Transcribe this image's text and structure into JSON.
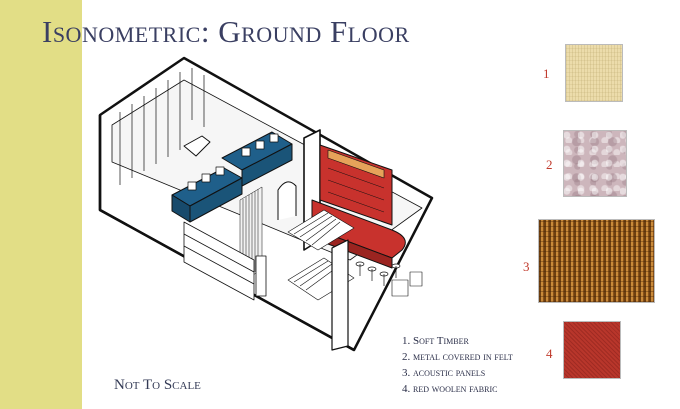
{
  "header": {
    "title": "Isonometric: Ground Floor"
  },
  "footer": {
    "scale_note": "Not To Scale"
  },
  "legend": {
    "items": [
      "1. Soft Timber",
      "2. metal covered in felt",
      "3. acoustic panels",
      "4.  red woolen  fabric"
    ]
  },
  "swatches": [
    {
      "number": "1",
      "material": "soft-timber",
      "color": "#ecdcab"
    },
    {
      "number": "2",
      "material": "felt-metal",
      "color": "#cdb6bc"
    },
    {
      "number": "3",
      "material": "acoustic-panel",
      "color": "#a66a24"
    },
    {
      "number": "4",
      "material": "red-woolen-fabric",
      "color": "#b8362b"
    }
  ],
  "colors": {
    "accent_band": "#e2de86",
    "title": "#3a3f62",
    "seating_blue": "#1f5f8a",
    "bar_red": "#c8322d",
    "swatch_numbers": "#c0392b"
  }
}
